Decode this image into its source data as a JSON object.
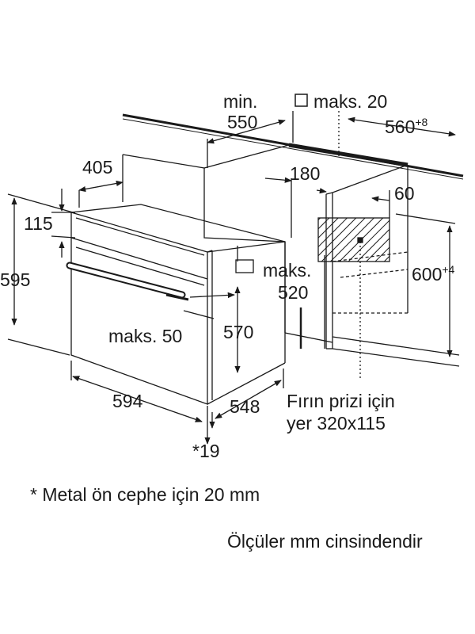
{
  "labels": {
    "min": "min.",
    "min_value": "550",
    "maks_20": "maks. 20",
    "dim_560": "560",
    "dim_560_sup": "+8",
    "dim_405": "405",
    "dim_180": "180",
    "dim_60": "60",
    "dim_115": "115",
    "dim_595": "595",
    "maks_520_a": "maks.",
    "maks_520_b": "520",
    "dim_600": "600",
    "dim_600_sup": "+4",
    "maks_50": "maks. 50",
    "dim_570": "570",
    "dim_594": "594",
    "dim_548": "548",
    "star_19": "*19",
    "socket_line1": "Fırın prizi için",
    "socket_line2": "yer 320x115"
  },
  "notes": {
    "metal_front": "* Metal ön cephe için 20 mm",
    "units": "Ölçüler mm cinsindendir"
  },
  "colors": {
    "line": "#1a1a1a",
    "hatch": "#1a1a1a"
  }
}
